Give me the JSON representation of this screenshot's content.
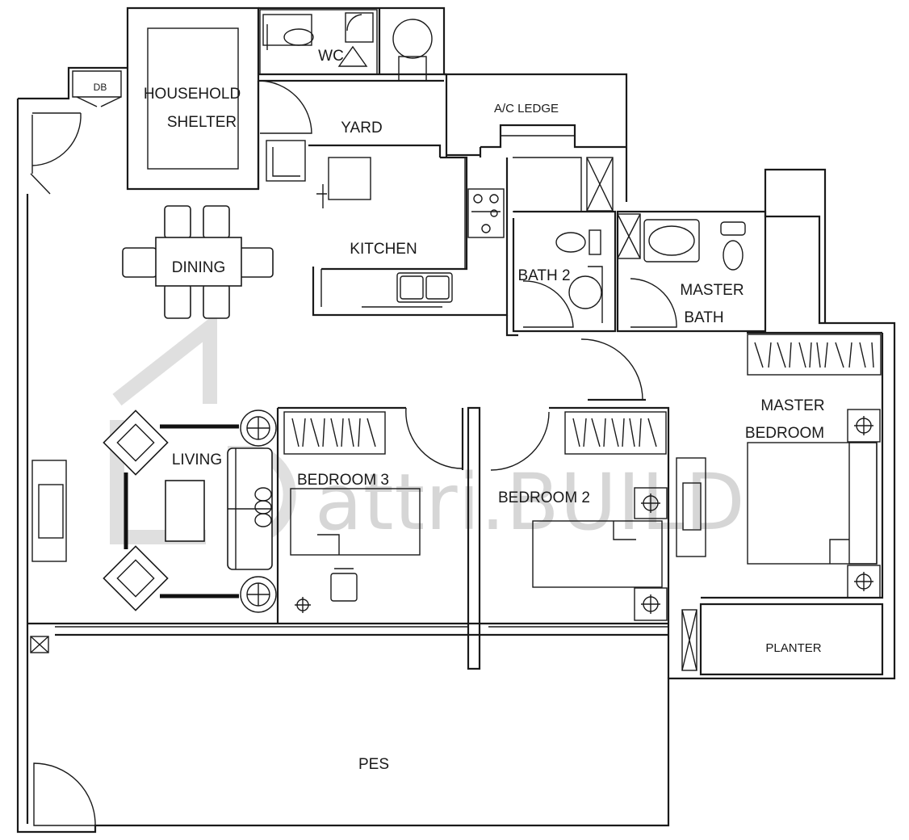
{
  "rooms": {
    "db": "DB",
    "household_shelter_line1": "HOUSEHOLD",
    "household_shelter_line2": "SHELTER",
    "wc": "WC",
    "yard": "YARD",
    "ac_ledge": "A/C LEDGE",
    "dining": "DINING",
    "kitchen": "KITCHEN",
    "bath2": "BATH 2",
    "master_bath_line1": "MASTER",
    "master_bath_line2": "BATH",
    "master_bedroom_line1": "MASTER",
    "master_bedroom_line2": "BEDROOM",
    "living": "LIVING",
    "bedroom3": "BEDROOM 3",
    "bedroom2": "BEDROOM 2",
    "planter": "PLANTER",
    "pes": "PES"
  },
  "watermark": "attri.BUILD"
}
